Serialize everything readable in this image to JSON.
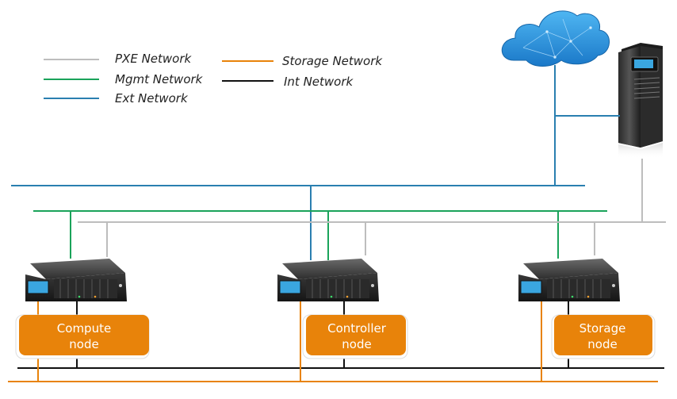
{
  "legend": {
    "pxe": {
      "label": "PXE Network",
      "color": "#bdbdbd"
    },
    "mgmt": {
      "label": "Mgmt Network",
      "color": "#1aa35a"
    },
    "ext": {
      "label": "Ext Network",
      "color": "#2a7fb0"
    },
    "storage": {
      "label": "Storage Network",
      "color": "#e8830a"
    },
    "int": {
      "label": "Int Network",
      "color": "#111111"
    }
  },
  "nodes": {
    "compute": {
      "line1": "Compute",
      "line2": "node"
    },
    "controller": {
      "line1": "Controller",
      "line2": "node"
    },
    "storage": {
      "line1": "Storage",
      "line2": "node"
    }
  },
  "colors": {
    "node_box": "#e8830a",
    "cloud": "#1e8fd9",
    "server_body": "#333333"
  },
  "icons": [
    "cloud-icon",
    "tower-server-icon",
    "rack-server-icon"
  ]
}
